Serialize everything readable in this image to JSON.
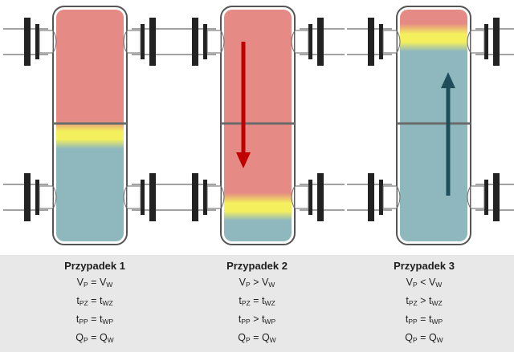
{
  "colors": {
    "hot": "#e58a84",
    "transition": "#f4ef5c",
    "cold": "#8fb8be",
    "arrow_down": "#c00000",
    "arrow_up": "#1f4e5a",
    "vessel_outline": "#555555",
    "flange": "#222222",
    "caption_bg": "#e8e8e8"
  },
  "cases": [
    {
      "title": "Przypadek 1",
      "arrow": "none",
      "transition_level": 0.55,
      "equations": [
        {
          "l": "V",
          "ls": "P",
          "op": " = ",
          "r": "V",
          "rs": "W"
        },
        {
          "l": "t",
          "ls": "PZ",
          "op": " = ",
          "r": "t",
          "rs": "WZ"
        },
        {
          "l": "t",
          "ls": "PP",
          "op": " = ",
          "r": "t",
          "rs": "WP"
        },
        {
          "l": "Q",
          "ls": "P",
          "op": " = ",
          "r": "Q",
          "rs": "W"
        }
      ]
    },
    {
      "title": "Przypadek 2",
      "arrow": "down",
      "transition_level": 0.86,
      "equations": [
        {
          "l": "V",
          "ls": "P",
          "op": " > ",
          "r": "V",
          "rs": "W"
        },
        {
          "l": "t",
          "ls": "PZ",
          "op": " = ",
          "r": "t",
          "rs": "WZ"
        },
        {
          "l": "t",
          "ls": "PP",
          "op": " > ",
          "r": "t",
          "rs": "WP"
        },
        {
          "l": "Q",
          "ls": "P",
          "op": " = ",
          "r": "Q",
          "rs": "W"
        }
      ]
    },
    {
      "title": "Przypadek 3",
      "arrow": "up",
      "transition_level": 0.13,
      "equations": [
        {
          "l": "V",
          "ls": "P",
          "op": " < ",
          "r": "V",
          "rs": "W"
        },
        {
          "l": "t",
          "ls": "PZ",
          "op": " > ",
          "r": "t",
          "rs": "WZ"
        },
        {
          "l": "t",
          "ls": "PP",
          "op": " = ",
          "r": "t",
          "rs": "WP"
        },
        {
          "l": "Q",
          "ls": "P",
          "op": " = ",
          "r": "Q",
          "rs": "W"
        }
      ]
    }
  ]
}
